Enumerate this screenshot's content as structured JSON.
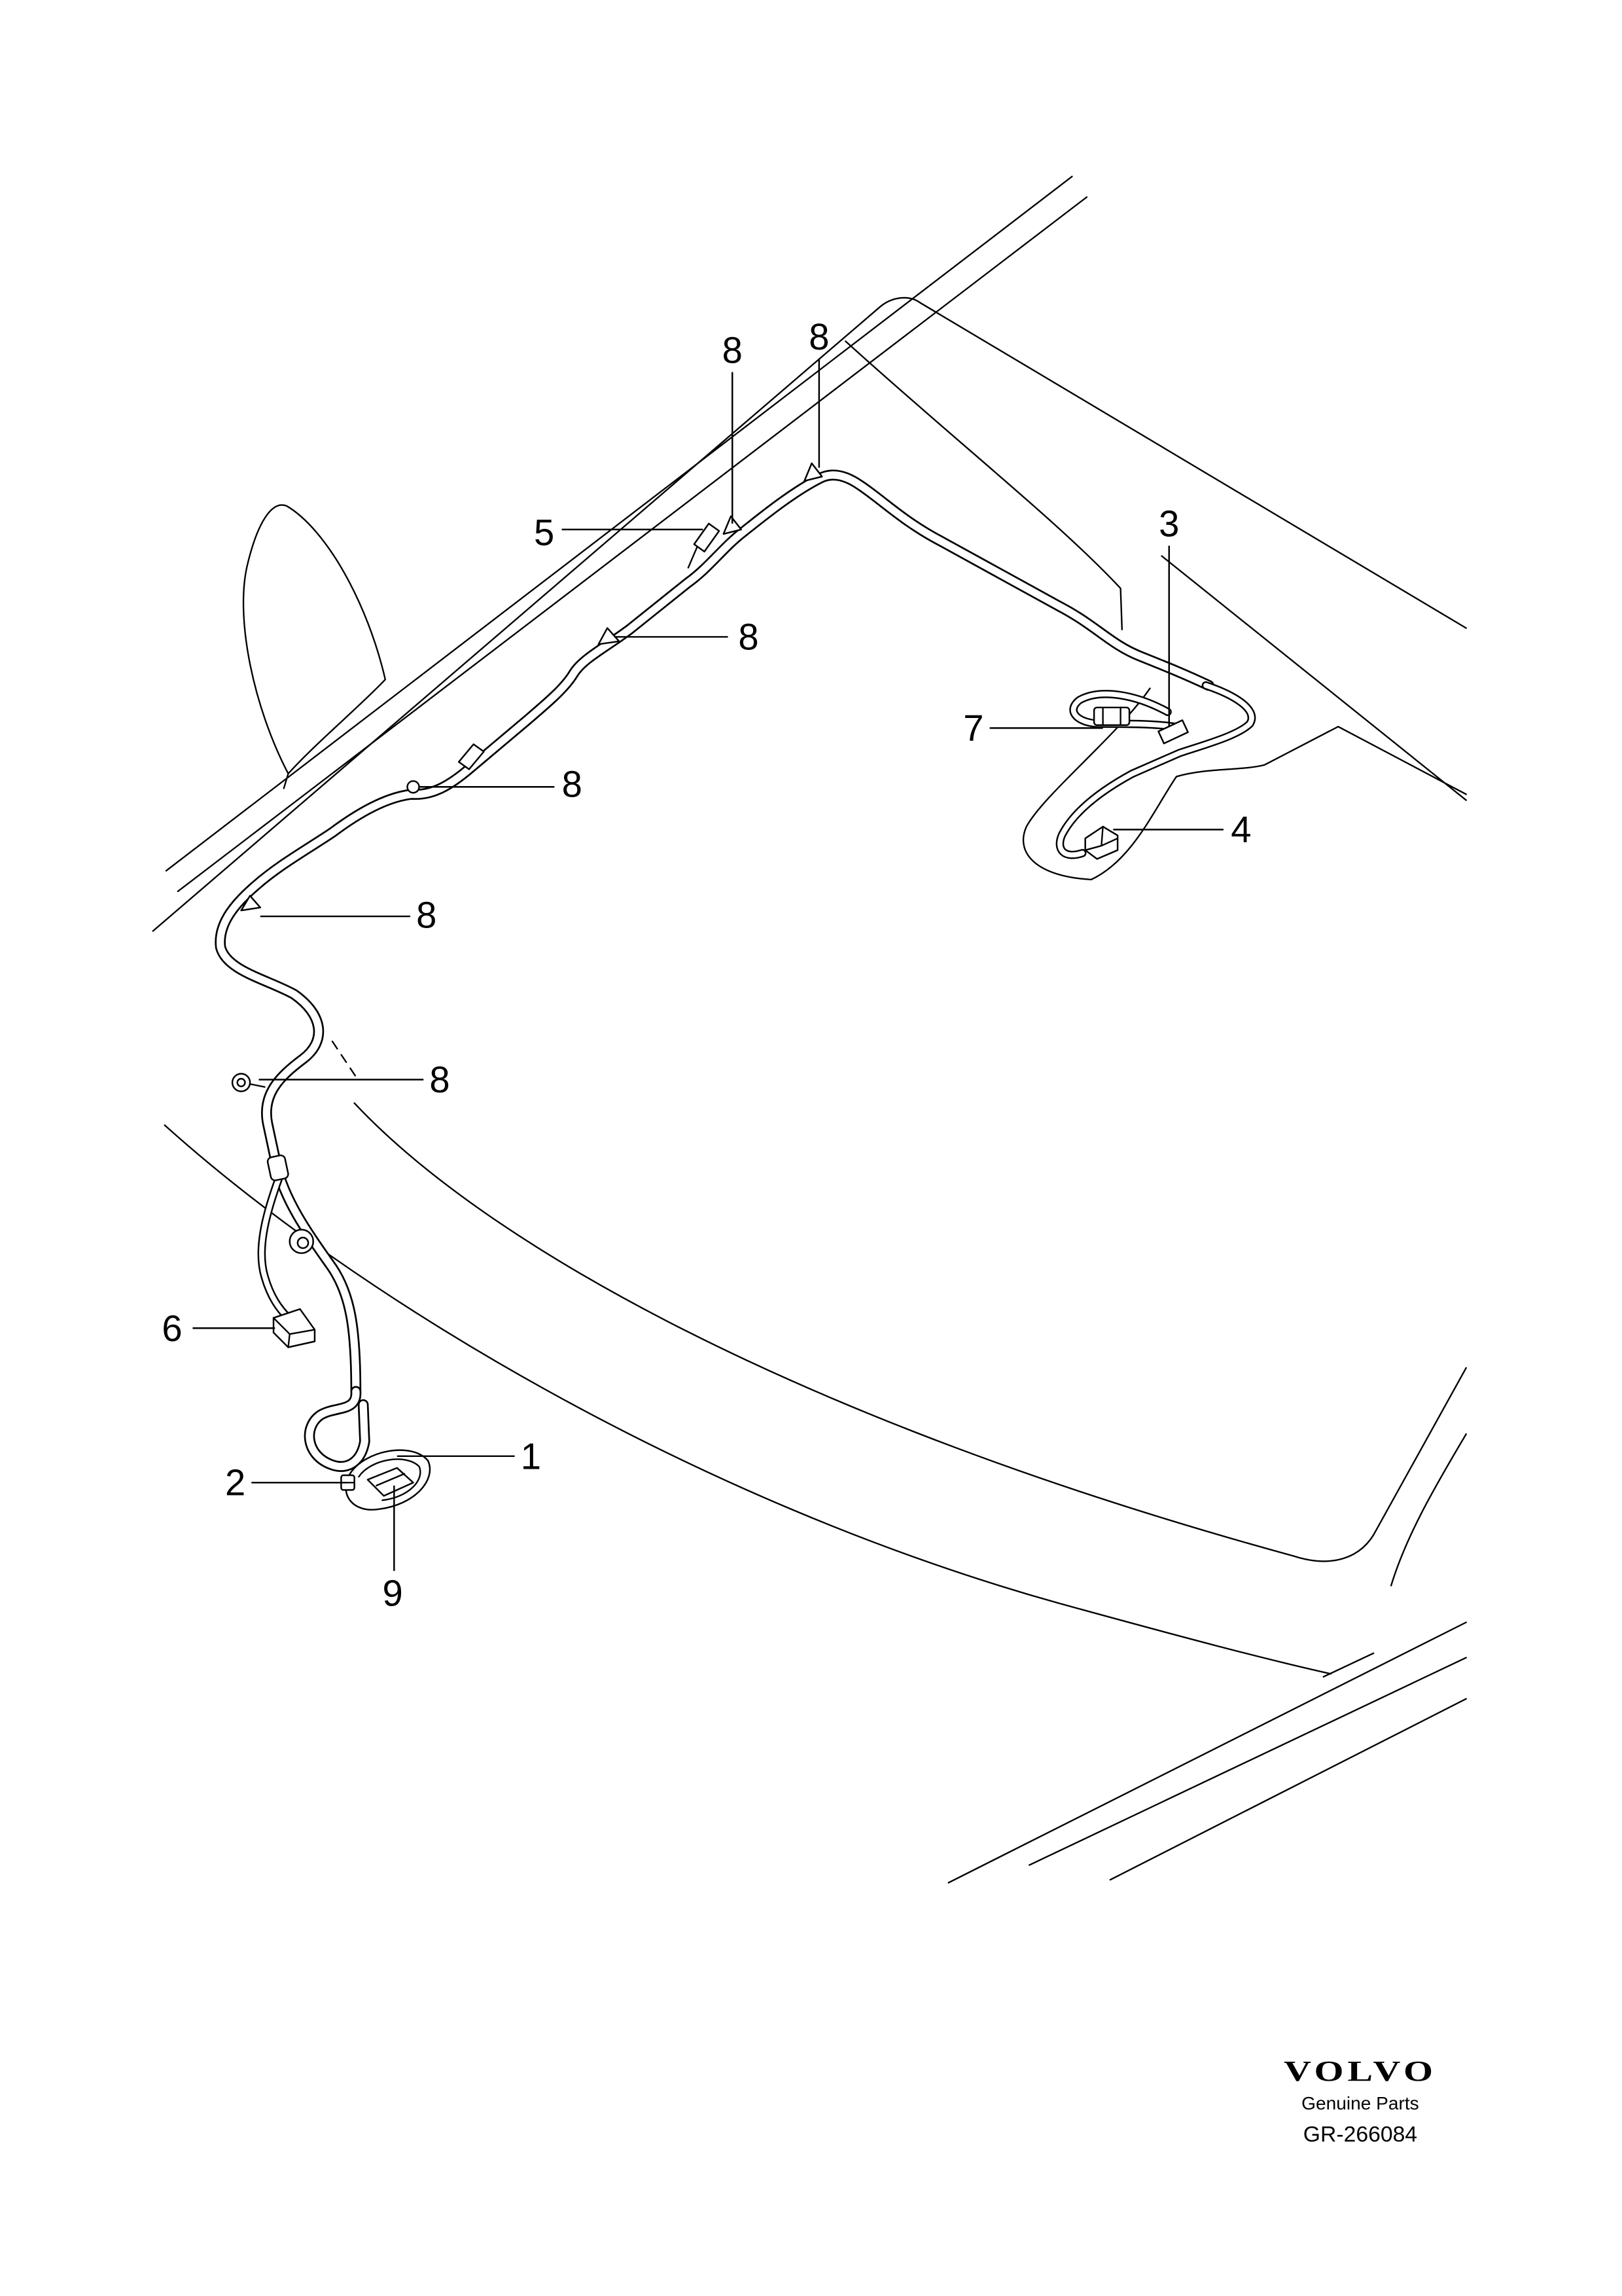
{
  "diagram": {
    "callouts": [
      {
        "label": "8"
      },
      {
        "label": "8"
      },
      {
        "label": "5"
      },
      {
        "label": "3"
      },
      {
        "label": "8"
      },
      {
        "label": "7"
      },
      {
        "label": "8"
      },
      {
        "label": "4"
      },
      {
        "label": "8"
      },
      {
        "label": "8"
      },
      {
        "label": "6"
      },
      {
        "label": "1"
      },
      {
        "label": "2"
      },
      {
        "label": "9"
      }
    ]
  },
  "footer": {
    "brand": "VOLVO",
    "tagline": "Genuine Parts",
    "code": "GR-266084"
  }
}
